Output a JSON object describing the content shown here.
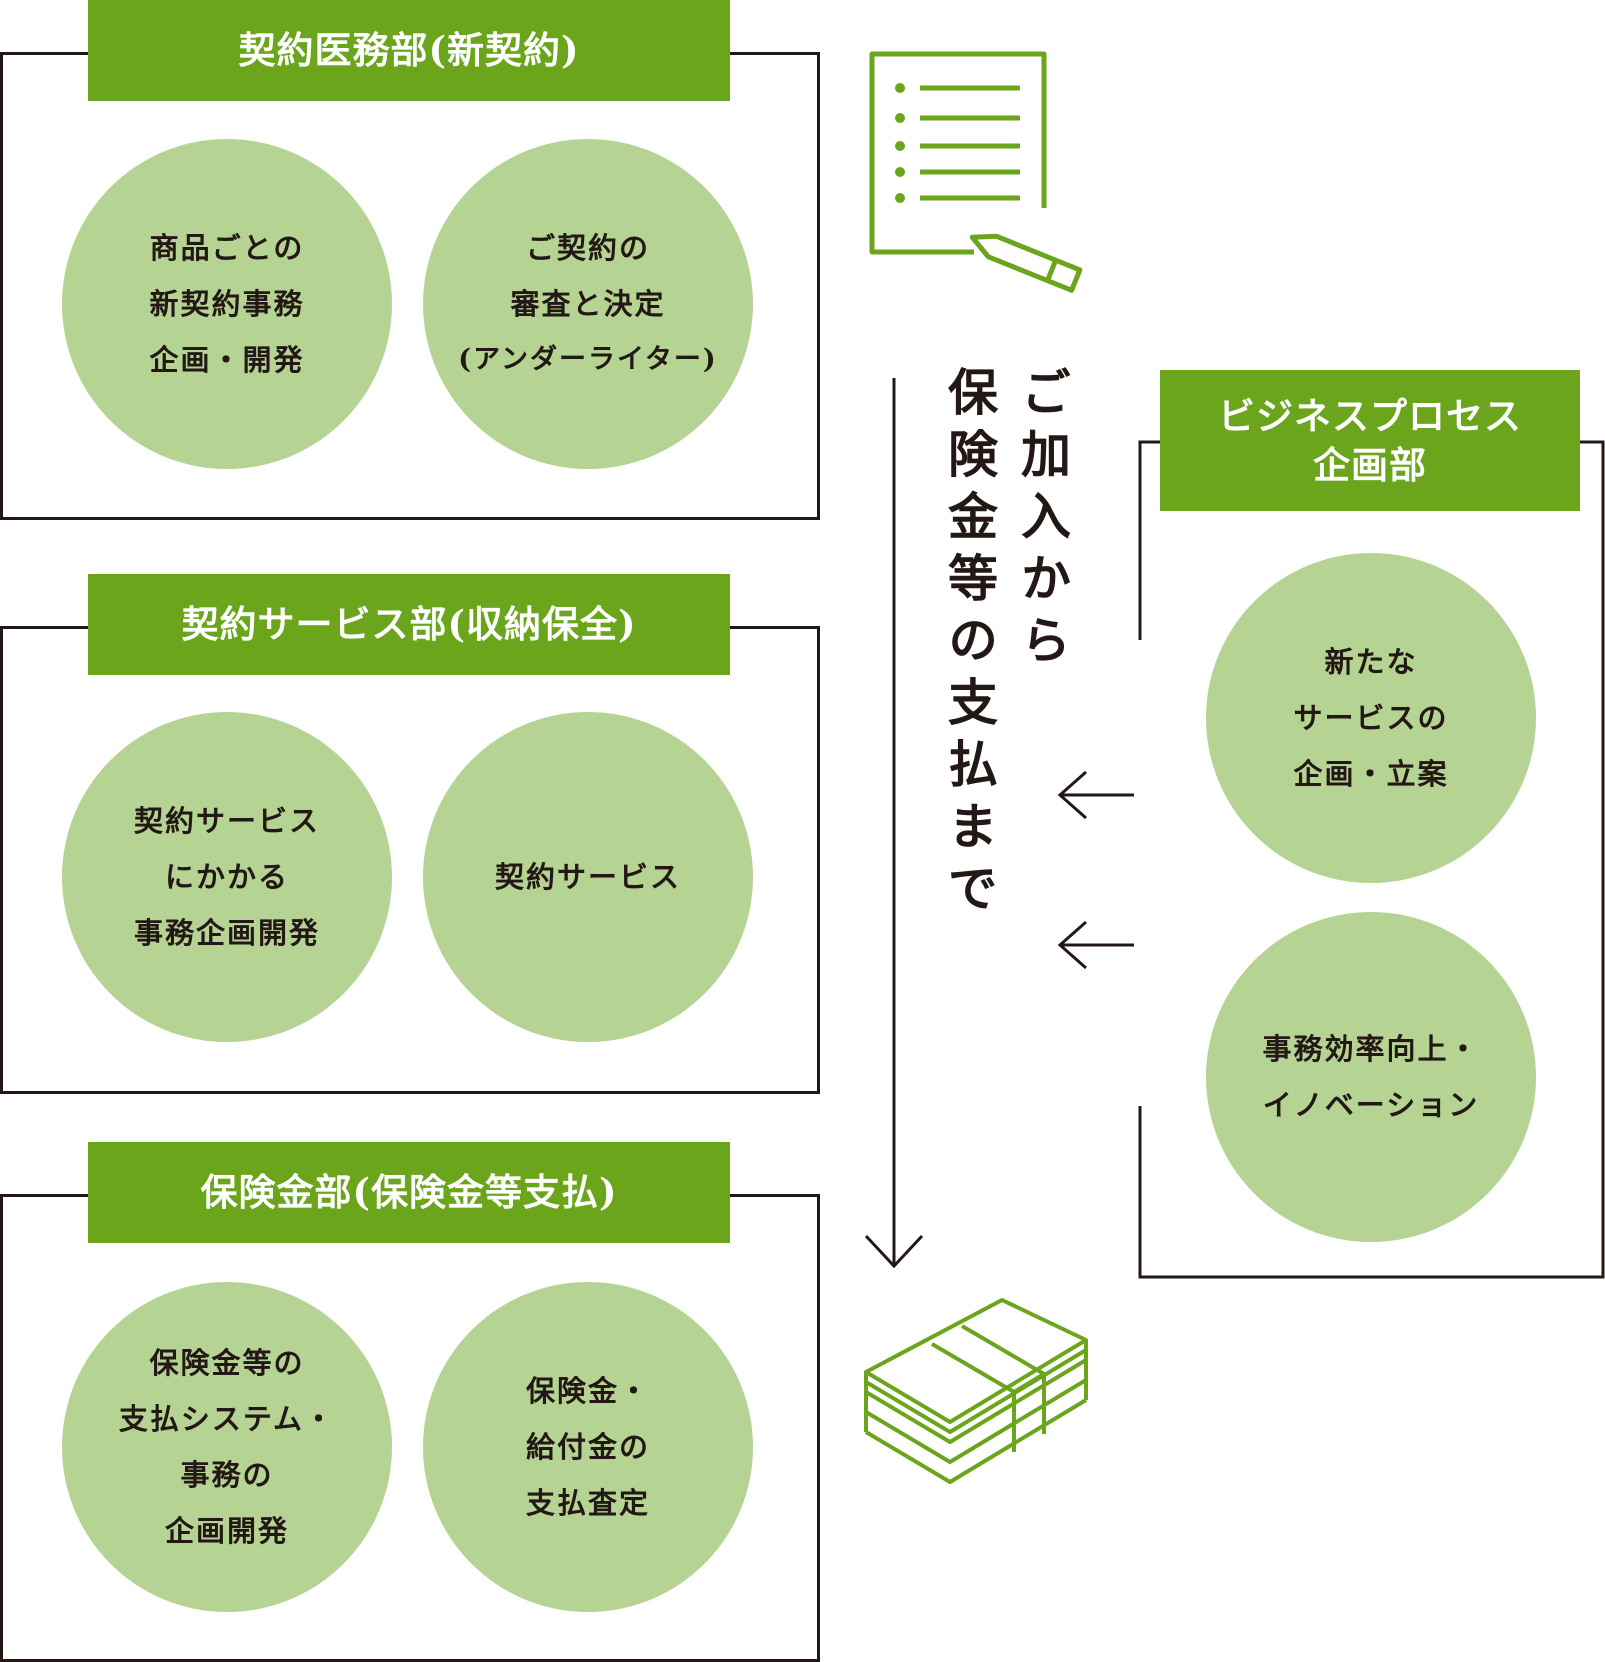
{
  "departments": [
    {
      "title": "契約医務部(新契約)",
      "circles": [
        [
          "商品ごとの",
          "新契約事務",
          "企画・開発"
        ],
        [
          "ご契約の",
          "審査と決定",
          "(アンダーライター)"
        ]
      ]
    },
    {
      "title": "契約サービス部(収納保全)",
      "circles": [
        [
          "契約サービス",
          "にかかる",
          "事務企画開発"
        ],
        [
          "契約サービス"
        ]
      ]
    },
    {
      "title": "保険金部(保険金等支払)",
      "circles": [
        [
          "保険金等の",
          "支払システム・",
          "事務の",
          "企画開発"
        ],
        [
          "保険金・",
          "給付金の",
          "支払査定"
        ]
      ]
    }
  ],
  "business_process": {
    "title_line1": "ビジネスプロセス",
    "title_line2": "企画部",
    "circles": [
      [
        "新たな",
        "サービスの",
        "企画・立案"
      ],
      [
        "事務効率向上・",
        "イノベーション"
      ]
    ]
  },
  "flow": {
    "col1": "ご加入から",
    "col2": "保険金等の支払まで"
  },
  "colors": {
    "header_green": "#6aa51c",
    "circle_green": "#b5d393",
    "line_dark": "#231815"
  },
  "icons": {
    "top": "document-pencil-icon",
    "bottom": "money-stack-icon"
  }
}
